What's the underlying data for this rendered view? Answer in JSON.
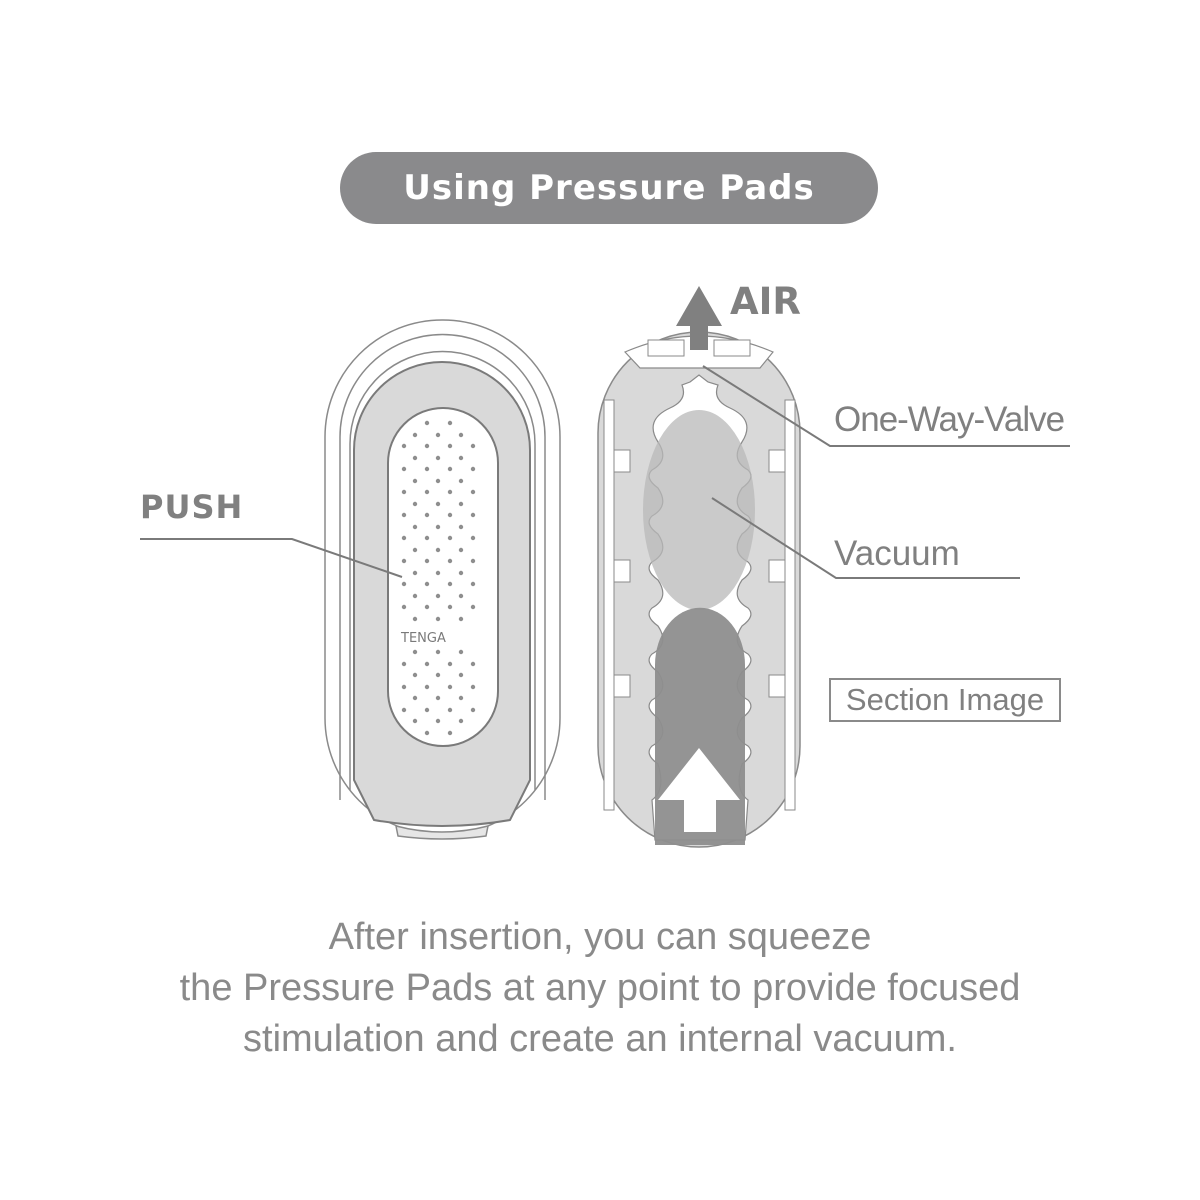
{
  "header": {
    "title": "Using Pressure Pads",
    "pill_color": "#8a8a8c"
  },
  "diagram": {
    "left_device": {
      "callout": "PUSH",
      "brand_mark": "TENGA"
    },
    "right_device": {
      "air_label": "AIR",
      "callouts": [
        {
          "label": "One-Way-Valve"
        },
        {
          "label": "Vacuum"
        }
      ],
      "section_tag": "Section Image"
    }
  },
  "caption": {
    "lines": [
      "After insertion, you can squeeze",
      "the Pressure Pads at any point to provide focused",
      "stimulation and create an internal vacuum."
    ]
  },
  "colors": {
    "text_gray": "#808080",
    "line_gray": "#7a7a7a",
    "light_fill": "#d9d9d9",
    "dark_fill": "#8e8e8e"
  }
}
